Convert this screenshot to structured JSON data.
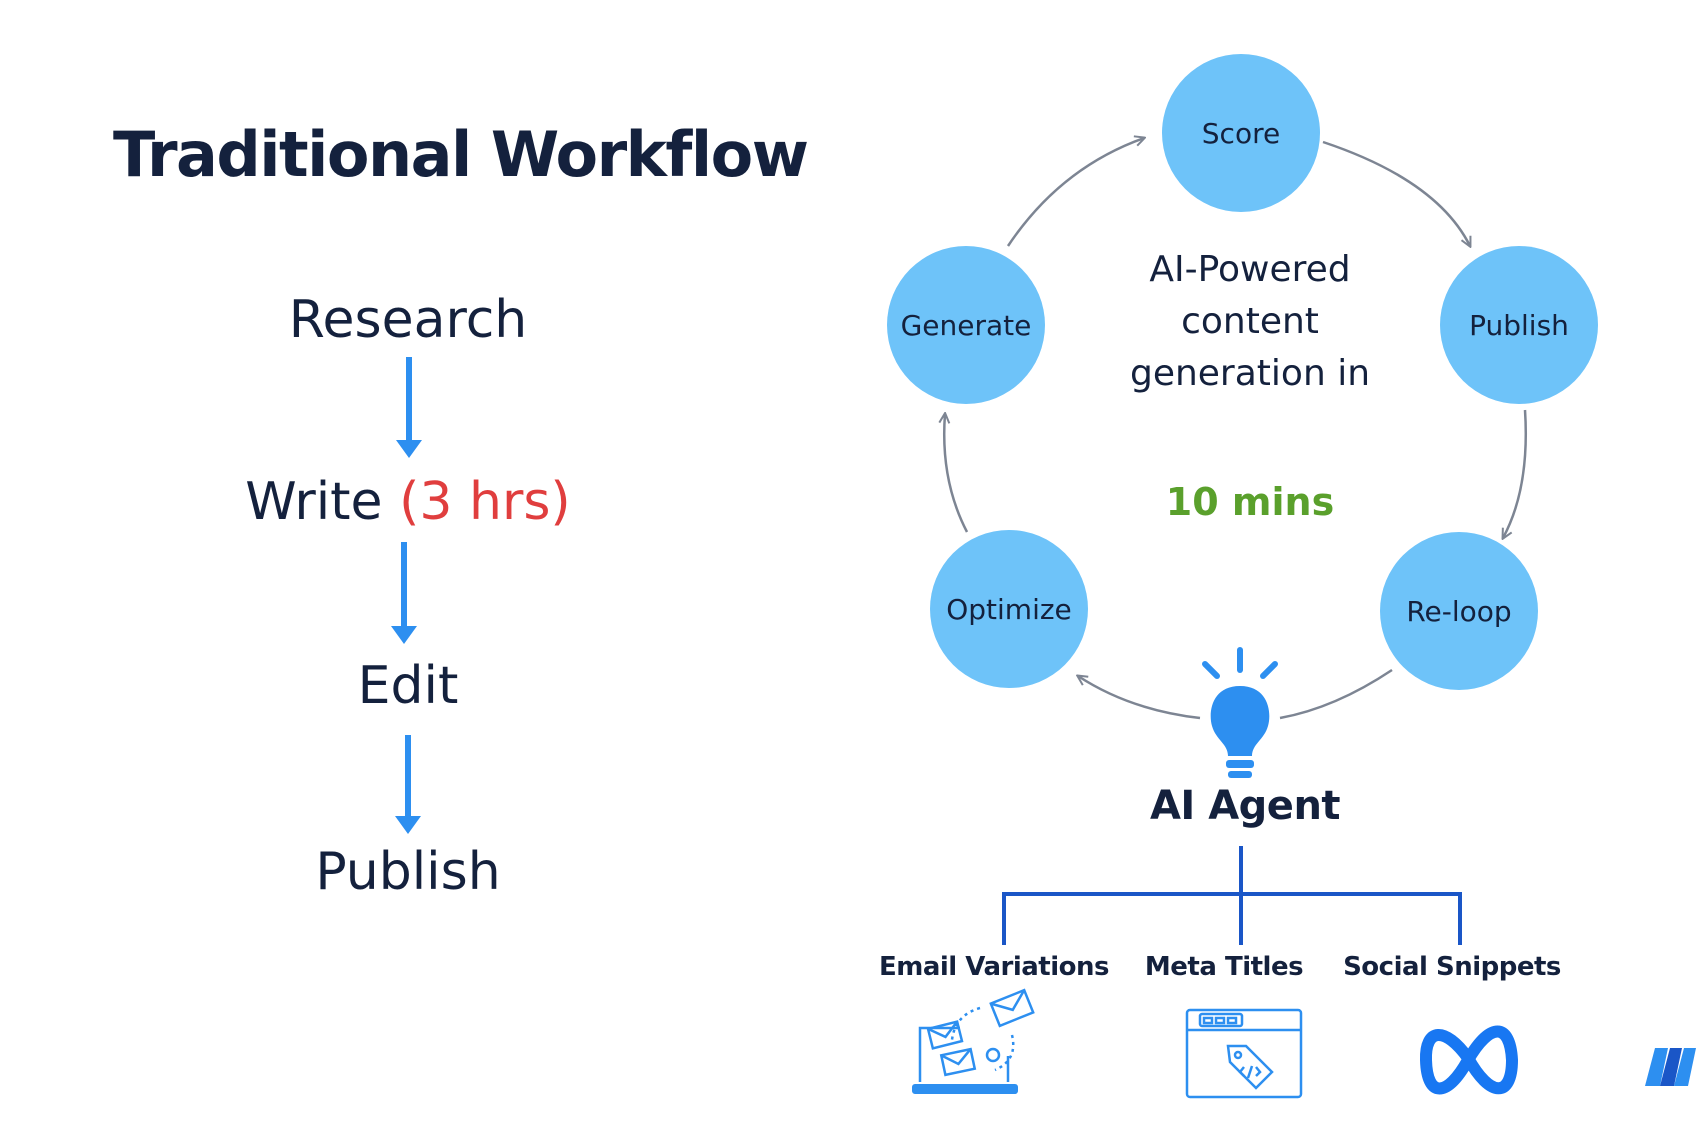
{
  "traditional": {
    "title": "Traditional Workflow",
    "steps": [
      {
        "label": "Research",
        "time": ""
      },
      {
        "label": "Write",
        "time": "(3 hrs)"
      },
      {
        "label": "Edit",
        "time": ""
      },
      {
        "label": "Publish",
        "time": ""
      }
    ]
  },
  "cycle": {
    "nodes": [
      "Score",
      "Publish",
      "Re-loop",
      "Optimize",
      "Generate"
    ],
    "center_text": "AI-Powered content generation in",
    "center_highlight": "10 mins"
  },
  "agent": {
    "label": "AI Agent",
    "outputs": [
      "Email Variations",
      "Meta Titles",
      "Social Snippets"
    ]
  },
  "colors": {
    "dark_text": "#14213d",
    "node_fill": "#6ec3f9",
    "arrow_blue": "#2d8ff0",
    "time_red": "#e03e3e",
    "highlight_green": "#5aa02c",
    "tree_blue": "#1a56c7",
    "icon_blue": "#2d8ff0"
  },
  "icons": {
    "step_arrow": "arrow-down-icon",
    "agent": "lightbulb-icon",
    "email": "email-laptop-icon",
    "meta": "browser-tag-icon",
    "social": "meta-logo-icon",
    "corner": "brand-logo-icon"
  }
}
